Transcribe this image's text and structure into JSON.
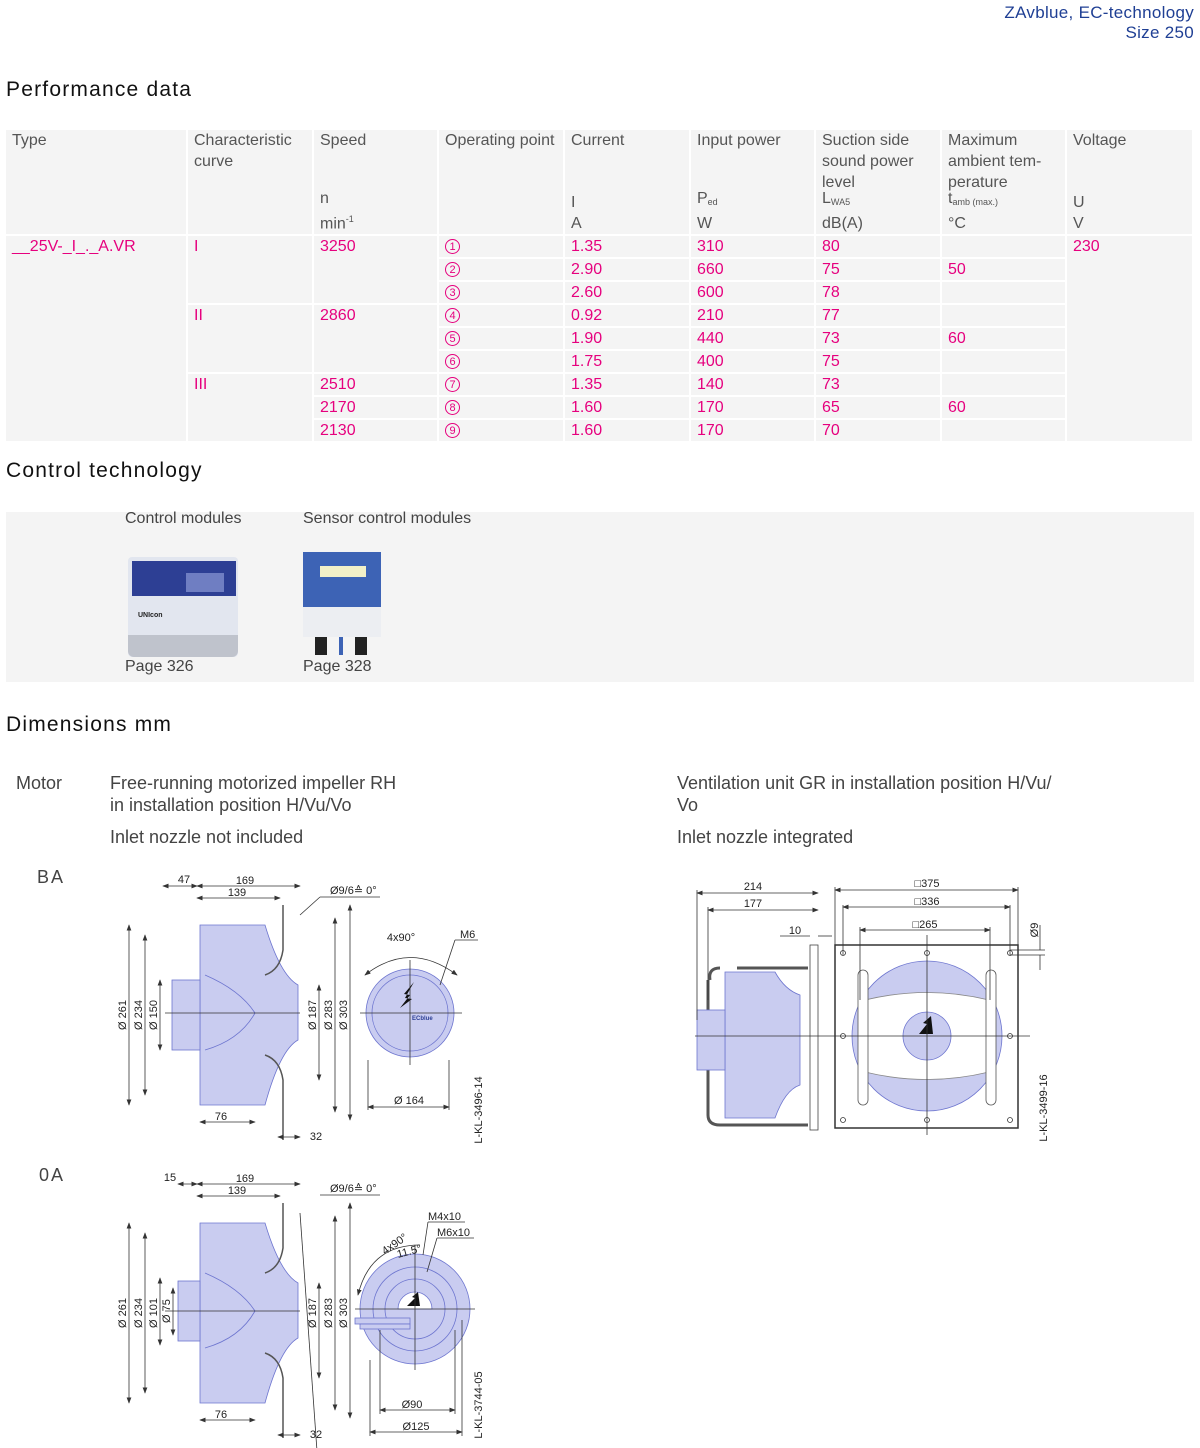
{
  "header": {
    "line1": "ZAvblue, EC-technology",
    "line2": "Size 250"
  },
  "performance": {
    "title": "Performance data",
    "columns": [
      {
        "label": "Type",
        "unit": ""
      },
      {
        "label": "Characteristic curve",
        "unit": ""
      },
      {
        "label": "Speed",
        "symbol": "n",
        "unit": "min",
        "unit_sup": "-1"
      },
      {
        "label": "Operating point",
        "unit": ""
      },
      {
        "label": "Current",
        "symbol": "I",
        "unit": "A"
      },
      {
        "label": "Input power",
        "symbol": "P",
        "symbol_sub": "ed",
        "unit": "W"
      },
      {
        "label": "Suction side sound power level",
        "symbol": "L",
        "symbol_sub": "WA5",
        "unit": "dB(A)"
      },
      {
        "label": "Maximum ambient tem-perature",
        "symbol": "t",
        "symbol_sub": "amb (max.)",
        "unit": "°C"
      },
      {
        "label": "Voltage",
        "symbol": "U",
        "unit": "V"
      }
    ],
    "type": "__25V-_I_._A.VR",
    "voltage": "230",
    "curves": [
      "I",
      "II",
      "III"
    ],
    "rows": [
      {
        "speed": "3250",
        "op": "1",
        "current": "1.35",
        "power": "310",
        "sound": "80",
        "temp": ""
      },
      {
        "speed": "",
        "op": "2",
        "current": "2.90",
        "power": "660",
        "sound": "75",
        "temp": "50"
      },
      {
        "speed": "",
        "op": "3",
        "current": "2.60",
        "power": "600",
        "sound": "78",
        "temp": ""
      },
      {
        "speed": "2860",
        "op": "4",
        "current": "0.92",
        "power": "210",
        "sound": "77",
        "temp": ""
      },
      {
        "speed": "",
        "op": "5",
        "current": "1.90",
        "power": "440",
        "sound": "73",
        "temp": "60"
      },
      {
        "speed": "",
        "op": "6",
        "current": "1.75",
        "power": "400",
        "sound": "75",
        "temp": ""
      },
      {
        "speed": "2510",
        "op": "7",
        "current": "1.35",
        "power": "140",
        "sound": "73",
        "temp": ""
      },
      {
        "speed": "2170",
        "op": "8",
        "current": "1.60",
        "power": "170",
        "sound": "65",
        "temp": "60"
      },
      {
        "speed": "2130",
        "op": "9",
        "current": "1.60",
        "power": "170",
        "sound": "70",
        "temp": ""
      }
    ]
  },
  "control": {
    "title": "Control technology",
    "modules": [
      {
        "label": "Control modules",
        "page": "Page 326",
        "brand": "UNIcon"
      },
      {
        "label": "Sensor control modules",
        "page": "Page 328"
      }
    ]
  },
  "dimensions": {
    "title": "Dimensions mm",
    "motor_label": "Motor",
    "left_desc1": "Free-running motorized impeller RH",
    "left_desc2": "in installation position H/Vu/Vo",
    "left_note": "Inlet nozzle not included",
    "right_desc1": "Ventilation unit GR in installation position H/Vu/",
    "right_desc2": "Vo",
    "right_note": "Inlet nozzle integrated",
    "ba": {
      "label": "BA",
      "d47": "47",
      "d169": "169",
      "d139": "139",
      "hole": "Ø9/6≙ 0°",
      "d261": "Ø 261",
      "d234": "Ø 234",
      "d150": "Ø 150",
      "d187": "Ø 187",
      "d283": "Ø 283",
      "d303": "Ø 303",
      "d76": "76",
      "d32": "32",
      "angle": "4x90°",
      "thread": "M6",
      "d164": "Ø 164",
      "ref": "L-KL-3496-14",
      "logo": "ECblue"
    },
    "oa": {
      "label": "0A",
      "d15": "15",
      "d169": "169",
      "d139": "139",
      "hole": "Ø9/6≙ 0°",
      "d261": "Ø 261",
      "d234": "Ø 234",
      "d101": "Ø 101",
      "d75": "Ø 75",
      "d187": "Ø 187",
      "d283": "Ø 283",
      "d303": "Ø 303",
      "d76": "76",
      "d32": "32",
      "angle": "4x90°",
      "angle2": "11.5°",
      "m4": "M4x10",
      "m6": "M6x10",
      "d90": "Ø90",
      "d125": "Ø125",
      "ref": "L-KL-3744-05"
    },
    "gr": {
      "d214": "214",
      "d177": "177",
      "d10": "10",
      "s375": "□375",
      "s336": "□336",
      "s265": "□265",
      "d9": "Ø9",
      "ref": "L-KL-3499-16"
    }
  }
}
